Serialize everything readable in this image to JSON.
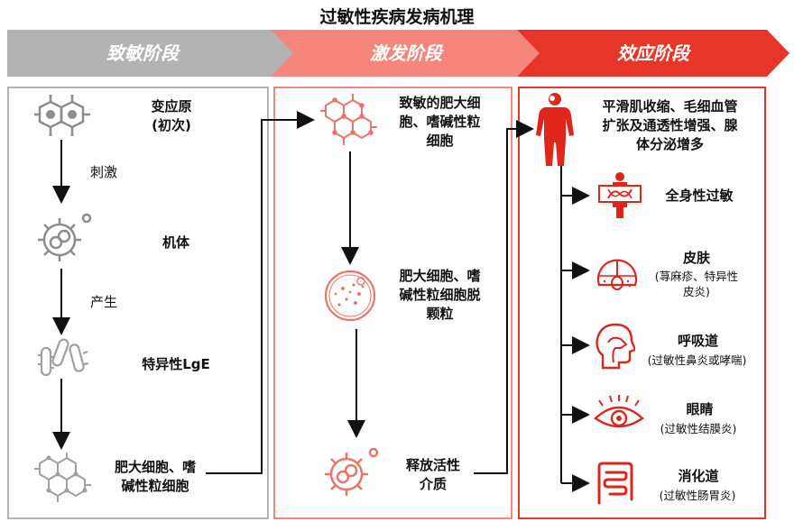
{
  "title": "过敏性疾病发病机理",
  "stages": {
    "s1": "致敏阶段",
    "s2": "激发阶段",
    "s3": "效应阶段"
  },
  "colors": {
    "gray": "#b3b3b3",
    "pink": "#f5857d",
    "red": "#e8352a",
    "icon_gray": "#8c8c8c",
    "icon_pink": "#ee7468",
    "icon_red": "#e0261b"
  },
  "col1": {
    "allergen": "变应原\n(初次)",
    "stimulate": "刺激",
    "body": "机体",
    "produce": "产生",
    "ige": "特异性LgE",
    "mast": "肥大细胞、嗜\n碱性粒细胞"
  },
  "col2": {
    "sensitized": "致敏的肥大细\n胞、嗜碱性粒\n细胞",
    "degranulate": "肥大细胞、嗜\n碱性粒细胞脱\n颗粒",
    "release": "释放活性\n介质"
  },
  "col3": {
    "effect": "平滑肌收缩、毛细血管\n扩张及通透性增强、腺\n体分泌增多",
    "systemic": "全身性过敏",
    "skin": "皮肤",
    "skin_sub": "(荨麻疹、特异性\n皮炎)",
    "resp": "呼吸道",
    "resp_sub": "(过敏性鼻炎或哮喘)",
    "eye": "眼睛",
    "eye_sub": "(过敏性结膜炎)",
    "digest": "消化道",
    "digest_sub": "(过敏性肠胃炎)"
  }
}
